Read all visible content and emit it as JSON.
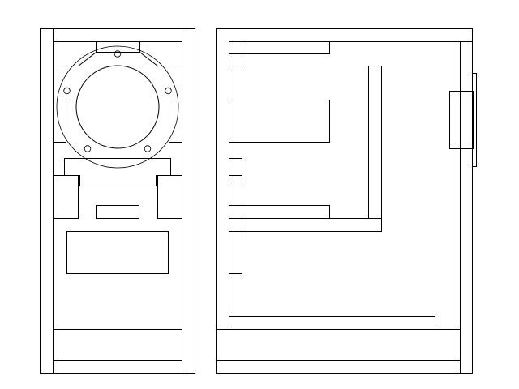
{
  "diagram": {
    "kind": "technical line drawing",
    "views": [
      "front-view",
      "side-view"
    ],
    "colors": {
      "background": "#ffffff",
      "line": "#000000"
    },
    "labels": []
  }
}
